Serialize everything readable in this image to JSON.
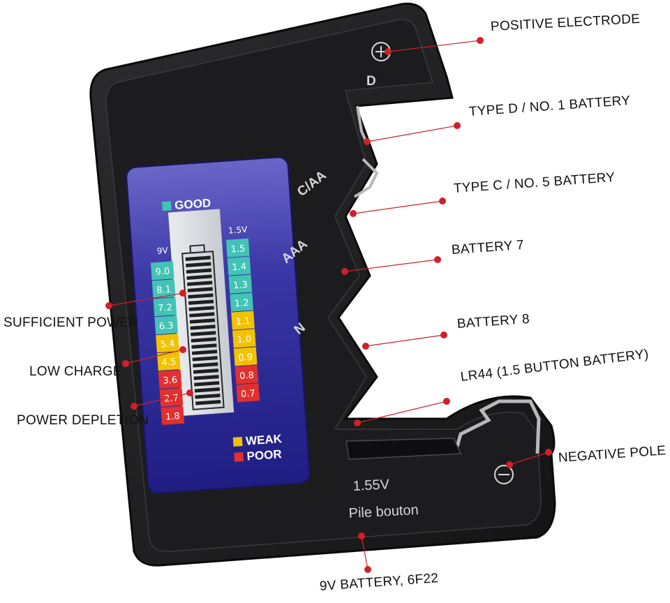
{
  "device": {
    "slot_labels": {
      "d": "D",
      "c_aa": "C/AA",
      "aaa": "AAA",
      "n": "N"
    },
    "positive_symbol": "+",
    "negative_symbol": "−",
    "bottom_voltage": "1.55V",
    "bottom_text": "Pile bouton"
  },
  "meter": {
    "good_label": "GOOD",
    "weak_label": "WEAK",
    "poor_label": "POOR",
    "left_scale_header": "9V",
    "right_scale_header": "1.5V",
    "left_scale": [
      {
        "v": "9.0",
        "band": "good"
      },
      {
        "v": "8.1",
        "band": "good"
      },
      {
        "v": "7.2",
        "band": "good"
      },
      {
        "v": "6.3",
        "band": "good"
      },
      {
        "v": "5.4",
        "band": "weak"
      },
      {
        "v": "4.5",
        "band": "weak"
      },
      {
        "v": "3.6",
        "band": "poor"
      },
      {
        "v": "2.7",
        "band": "poor"
      },
      {
        "v": "1.8",
        "band": "poor"
      }
    ],
    "right_scale": [
      {
        "v": "1.5",
        "band": "good"
      },
      {
        "v": "1.4",
        "band": "good"
      },
      {
        "v": "1.3",
        "band": "good"
      },
      {
        "v": "1.2",
        "band": "good"
      },
      {
        "v": "1.1",
        "band": "weak"
      },
      {
        "v": "1.0",
        "band": "weak"
      },
      {
        "v": "0.9",
        "band": "weak"
      },
      {
        "v": "0.8",
        "band": "poor"
      },
      {
        "v": "0.7",
        "band": "poor"
      }
    ],
    "colors": {
      "good": "#43c3b5",
      "weak": "#f2c200",
      "poor": "#e23030",
      "panel": "#2b2a8c"
    }
  },
  "callouts": {
    "positive_electrode": "POSITIVE ELECTRODE",
    "type_d": "TYPE D / NO. 1 BATTERY",
    "type_c": "TYPE C / NO. 5 BATTERY",
    "battery_7": "BATTERY 7",
    "battery_8": "BATTERY 8",
    "lr44": "LR44 (1.5 BUTTON BATTERY)",
    "negative_pole": "NEGATIVE POLE",
    "battery_9v": "9V BATTERY, 6F22",
    "sufficient_power": "SUFFICIENT POWER",
    "low_charge": "LOW CHARGE",
    "power_depletion": "POWER DEPLETION"
  },
  "accent_color": "#d0202a"
}
